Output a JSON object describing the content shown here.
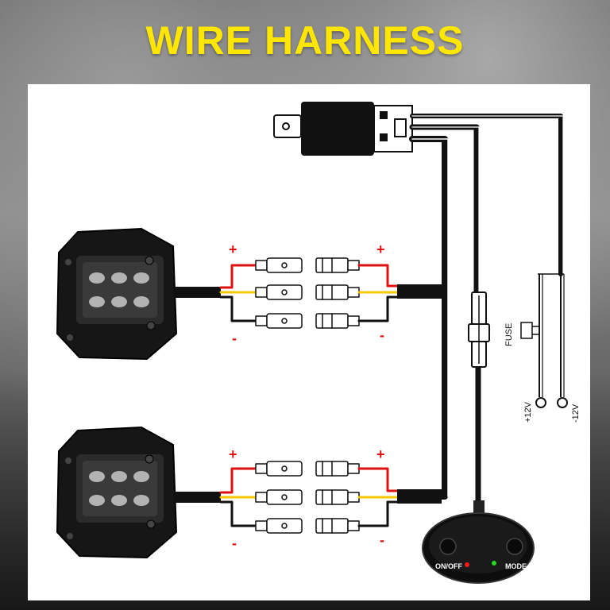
{
  "header": {
    "title": "WIRE HARNESS"
  },
  "colors": {
    "title": "#ffe600",
    "positive_wire": "#e01010",
    "signal_wire": "#f5c800",
    "negative_wire": "#111111",
    "panel": "#ffffff"
  },
  "light_1": {
    "plus_left": "+",
    "plus_right": "+",
    "minus_left": "-",
    "minus_right": "-"
  },
  "light_2": {
    "plus_left": "+",
    "plus_right": "+",
    "minus_left": "-",
    "minus_right": "-"
  },
  "fuse": {
    "label": "FUSE"
  },
  "battery": {
    "positive_label": "+12V",
    "negative_label": "-12V"
  },
  "switch": {
    "on_off_label": "ON/OFF",
    "mode_label": "MODE"
  }
}
